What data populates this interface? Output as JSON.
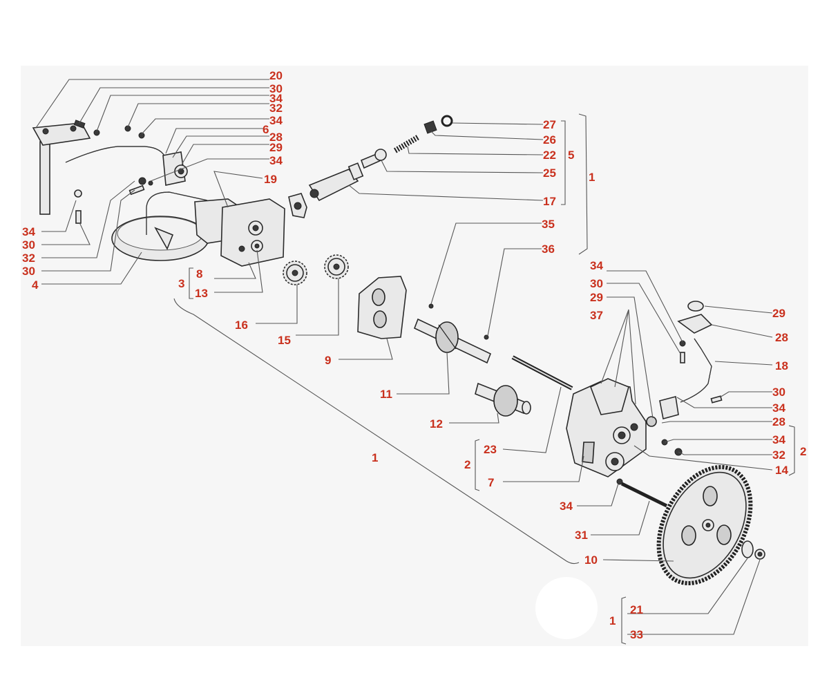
{
  "callouts": {
    "top_left": [
      "20",
      "30",
      "34",
      "32",
      "34",
      "6",
      "28",
      "29",
      "34",
      "19"
    ],
    "left": [
      "34",
      "30",
      "32",
      "30",
      "4"
    ],
    "group3": {
      "brace": "3",
      "items": [
        "8",
        "13"
      ]
    },
    "gears": [
      "16",
      "15",
      "9",
      "11",
      "12"
    ],
    "valve": [
      "27",
      "26",
      "22",
      "25",
      "17"
    ],
    "valve_brace": "5",
    "outer_brace": "1",
    "shaft": [
      "35",
      "36"
    ],
    "right_upper": [
      "34",
      "30",
      "29",
      "37"
    ],
    "right_side": [
      "29",
      "28",
      "18",
      "30",
      "34",
      "28",
      "34",
      "32",
      "14"
    ],
    "right_brace": "2",
    "group2": {
      "brace": "2",
      "items": [
        "23",
        "7"
      ]
    },
    "bottom": [
      "34",
      "31",
      "10"
    ],
    "diag_label": "1",
    "group1": {
      "brace": "1",
      "items": [
        "21",
        "33"
      ]
    }
  }
}
